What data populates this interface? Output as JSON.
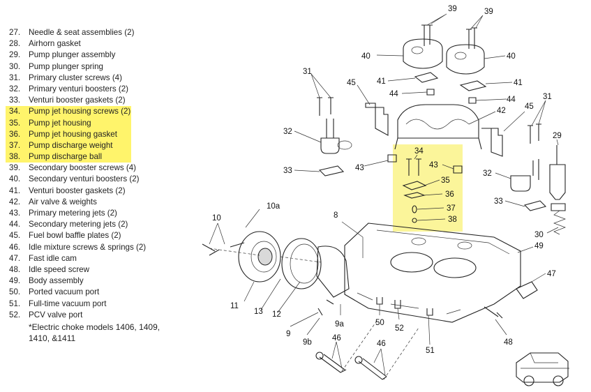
{
  "legend": [
    {
      "num": "27.",
      "text": "Needle & seat assemblies (2)",
      "highlight": false
    },
    {
      "num": "28.",
      "text": "Airhorn gasket",
      "highlight": false
    },
    {
      "num": "29.",
      "text": "Pump plunger assembly",
      "highlight": false
    },
    {
      "num": "30.",
      "text": "Pump plunger spring",
      "highlight": false
    },
    {
      "num": "31.",
      "text": "Primary cluster screws (4)",
      "highlight": false
    },
    {
      "num": "32.",
      "text": "Primary venturi boosters (2)",
      "highlight": false
    },
    {
      "num": "33.",
      "text": "Venturi booster gaskets (2)",
      "highlight": false
    },
    {
      "num": "34.",
      "text": "Pump jet housing screws (2)",
      "highlight": true
    },
    {
      "num": "35.",
      "text": "Pump jet housing",
      "highlight": true
    },
    {
      "num": "36.",
      "text": "Pump jet housing gasket",
      "highlight": true
    },
    {
      "num": "37.",
      "text": "Pump discharge weight",
      "highlight": true
    },
    {
      "num": "38.",
      "text": "Pump discharge ball",
      "highlight": true
    },
    {
      "num": "39.",
      "text": "Secondary booster screws (4)",
      "highlight": false
    },
    {
      "num": "40.",
      "text": "Secondary venturi boosters (2)",
      "highlight": false
    },
    {
      "num": "41.",
      "text": "Venturi booster gaskets (2)",
      "highlight": false
    },
    {
      "num": "42.",
      "text": "Air valve & weights",
      "highlight": false
    },
    {
      "num": "43.",
      "text": "Primary metering jets (2)",
      "highlight": false
    },
    {
      "num": "44.",
      "text": "Secondary metering jets (2)",
      "highlight": false
    },
    {
      "num": "45.",
      "text": "Fuel bowl baffle plates (2)",
      "highlight": false
    },
    {
      "num": "46.",
      "text": "Idle mixture screws & springs (2)",
      "highlight": false
    },
    {
      "num": "47.",
      "text": "Fast idle cam",
      "highlight": false
    },
    {
      "num": "48.",
      "text": "Idle speed screw",
      "highlight": false
    },
    {
      "num": "49.",
      "text": "Body assembly",
      "highlight": false
    },
    {
      "num": "50.",
      "text": "Ported vacuum port",
      "highlight": false
    },
    {
      "num": "51.",
      "text": "Full-time vacuum port",
      "highlight": false
    },
    {
      "num": "52.",
      "text": "PCV valve port",
      "highlight": false
    }
  ],
  "footnote": {
    "line1": "*Electric choke models 1406, 1409,",
    "line2": "1410, &1411"
  },
  "callouts": {
    "c39a": "39",
    "c39b": "39",
    "c40a": "40",
    "c40b": "40",
    "c41a": "41",
    "c41b": "41",
    "c44a": "44",
    "c44b": "44",
    "c45a": "45",
    "c45b": "45",
    "c31a": "31",
    "c31b": "31",
    "c42": "42",
    "c32a": "32",
    "c32b": "32",
    "c33a": "33",
    "c33b": "33",
    "c43a": "43",
    "c43b": "43",
    "c34": "34",
    "c35": "35",
    "c36": "36",
    "c37": "37",
    "c38": "38",
    "c29": "29",
    "c30": "30",
    "c10a": "10a",
    "c10": "10",
    "c8": "8",
    "c49": "49",
    "c47": "47",
    "c11": "11",
    "c13": "13",
    "c12": "12",
    "c9": "9",
    "c9a": "9a",
    "c9b": "9b",
    "c50": "50",
    "c52": "52",
    "c51": "51",
    "c46a": "46",
    "c46b": "46",
    "c48": "48"
  },
  "colors": {
    "highlight": "#fff46b",
    "diagram_highlight": "#fbf59a",
    "ink": "#222222"
  }
}
